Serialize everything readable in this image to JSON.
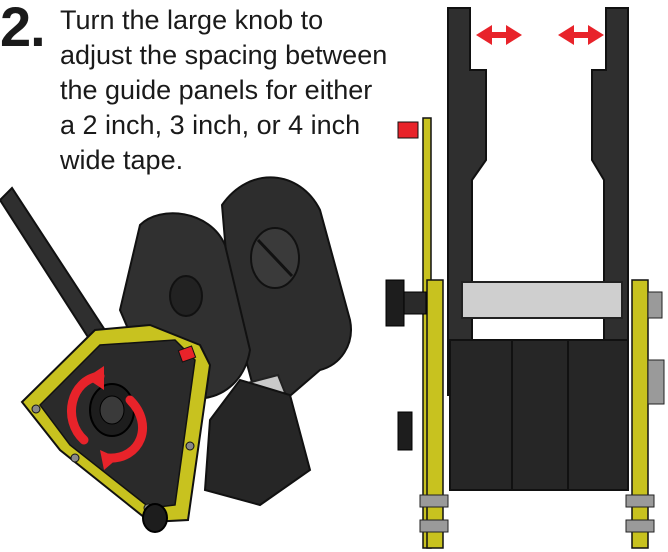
{
  "step": {
    "number": "2.",
    "lines": [
      "Turn the large knob to",
      "adjust the spacing between",
      "the guide panels for either",
      "a 2 inch, 3 inch, or 4 inch",
      "wide tape."
    ]
  },
  "colors": {
    "frame_black": "#2b2b2b",
    "panel_yellow": "#c8c21f",
    "arrow_red": "#e8232a",
    "shaft_gray": "#bdbdbd"
  },
  "icons": [
    "rotate-arrow-icon",
    "horizontal-double-arrow-icon"
  ]
}
